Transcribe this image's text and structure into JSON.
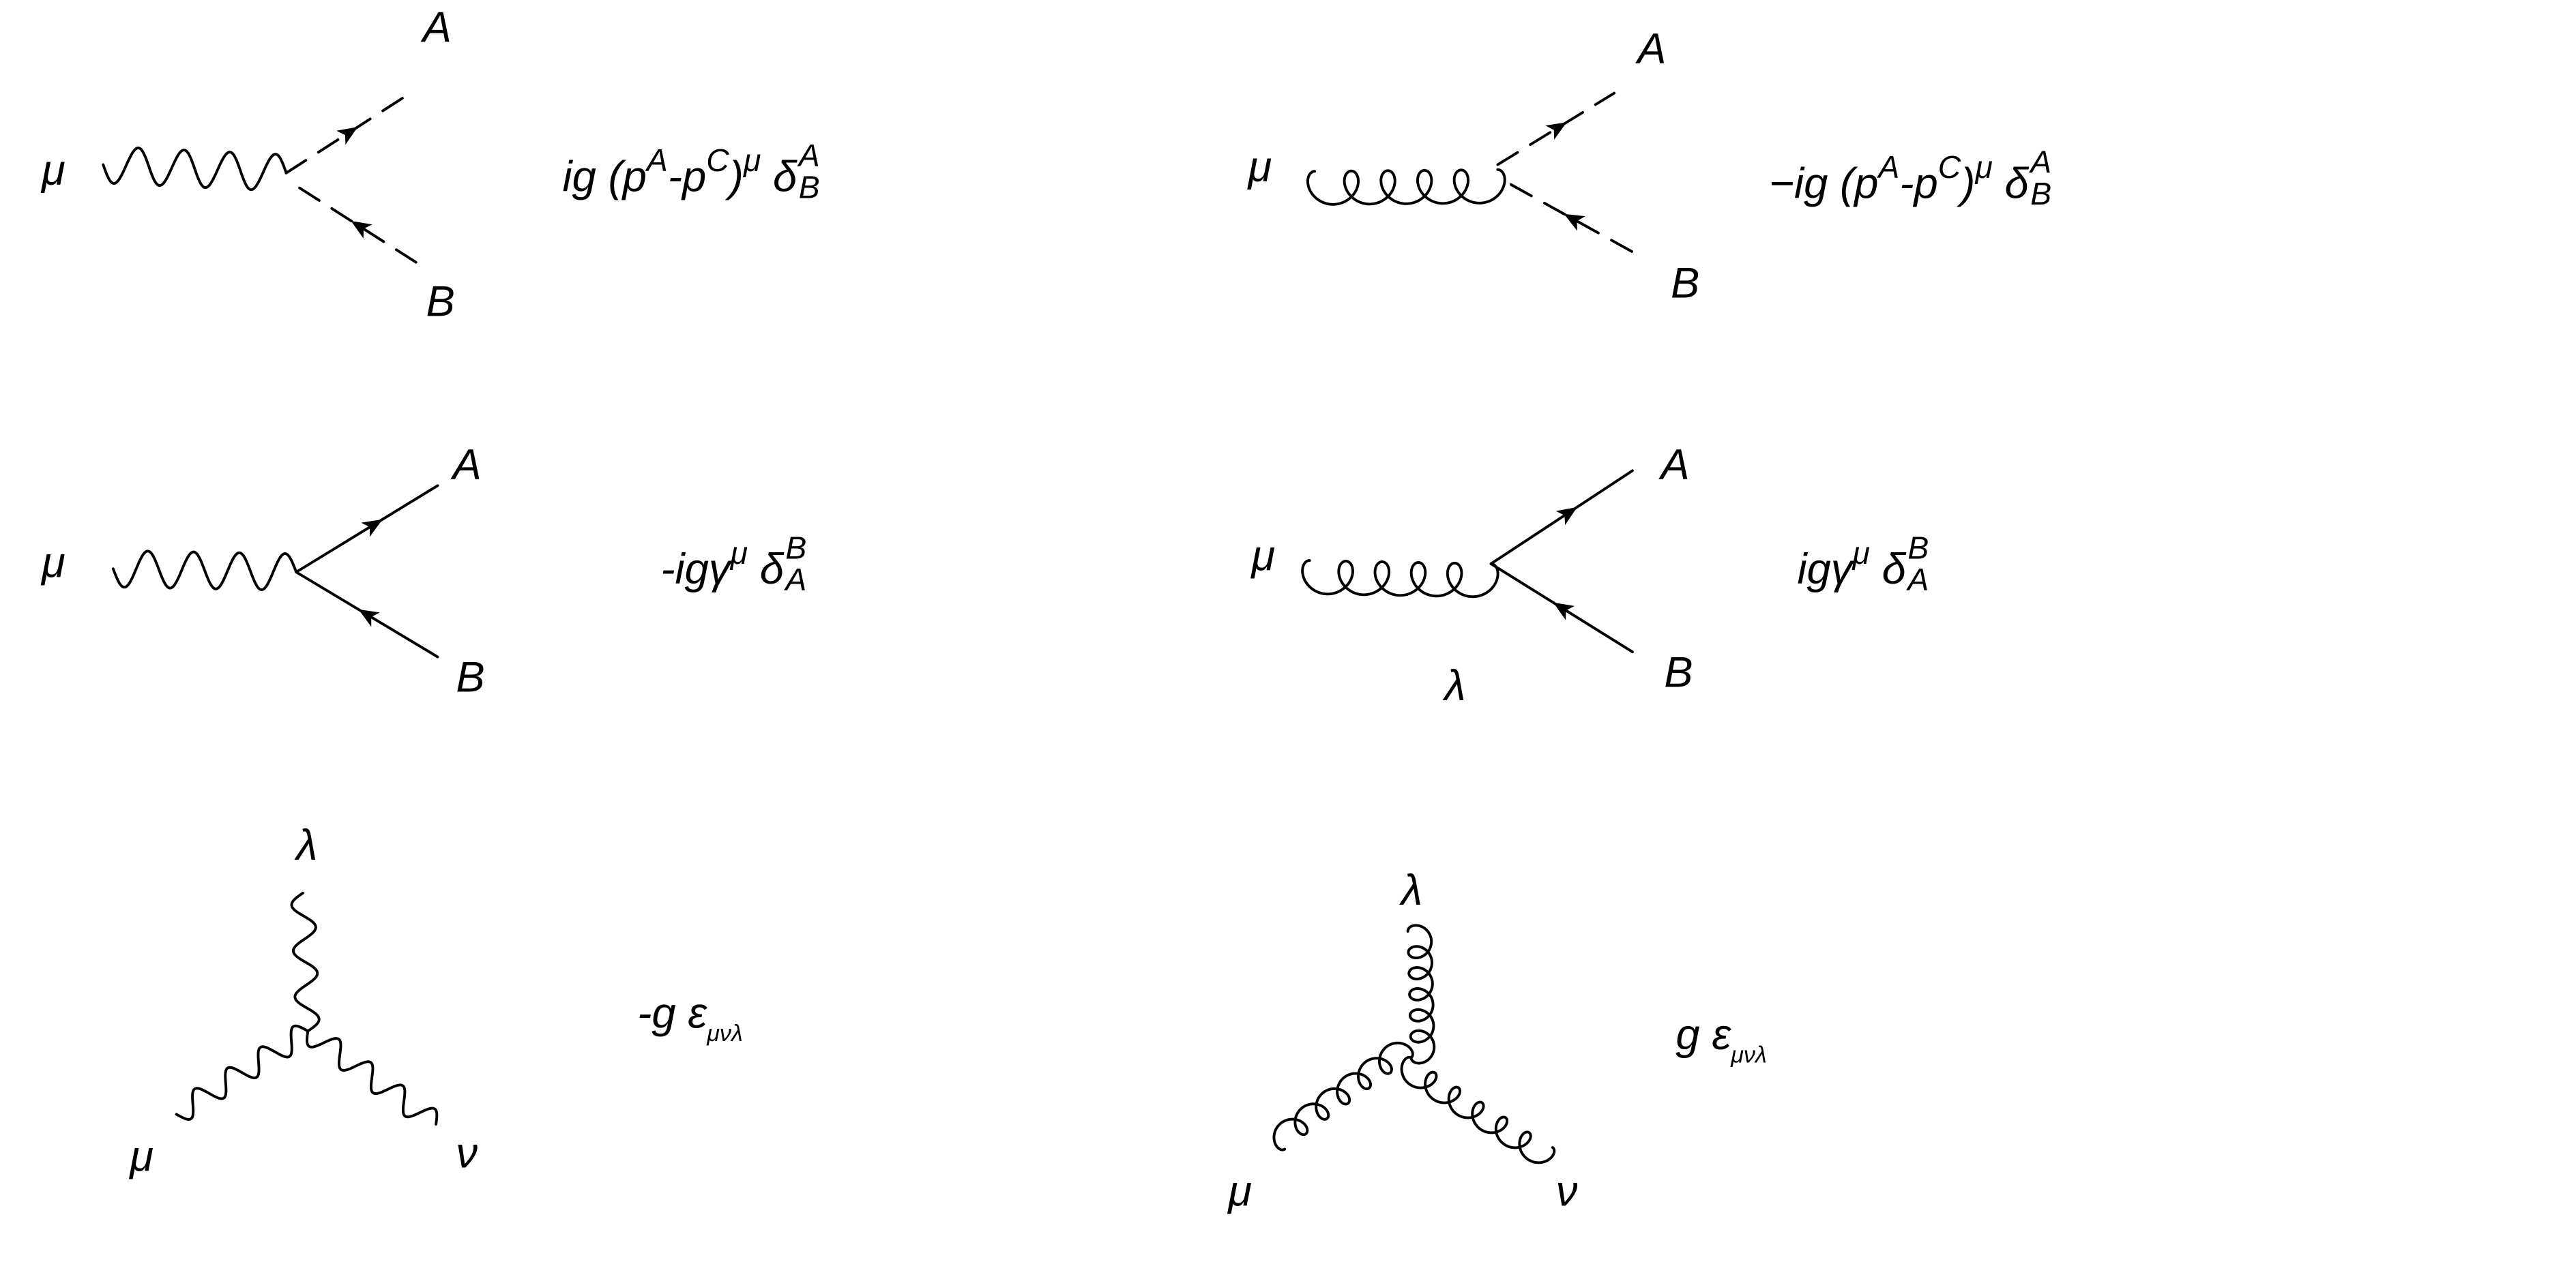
{
  "vertices": [
    {
      "id": "photon-scalar",
      "labels": {
        "incoming": "μ",
        "out_top": "A",
        "out_bottom": "B"
      },
      "rule": {
        "prefix": "ig",
        "expr": "(p",
        "pA": "A",
        "minus": "-p",
        "pC": "C",
        "close": ")",
        "mu": "μ",
        "delta": "δ",
        "up": "A",
        "down": "B"
      }
    },
    {
      "id": "gluon-scalar",
      "labels": {
        "incoming": "μ",
        "out_top": "A",
        "out_bottom": "B"
      },
      "rule": {
        "prefix": "−ig",
        "expr": "(p",
        "pA": "A",
        "minus": "-p",
        "pC": "C",
        "close": ")",
        "mu": "μ",
        "delta": "δ",
        "up": "A",
        "down": "B"
      }
    },
    {
      "id": "photon-fermion",
      "labels": {
        "incoming": "μ",
        "out_top": "A",
        "out_bottom": "B"
      },
      "rule": {
        "prefix": "-igγ",
        "mu": "μ",
        "delta": "δ",
        "up": "B",
        "down": "A"
      }
    },
    {
      "id": "gluon-fermion",
      "labels": {
        "incoming": "μ",
        "out_top": "A",
        "out_bottom": "B",
        "extra": "λ"
      },
      "rule": {
        "prefix": "igγ",
        "mu": "μ",
        "delta": "δ",
        "up": "B",
        "down": "A"
      }
    },
    {
      "id": "triple-photon",
      "labels": {
        "top": "λ",
        "left": "μ",
        "right": "ν"
      },
      "rule": {
        "prefix": "-g",
        "eps": "ε",
        "sub": "μνλ"
      }
    },
    {
      "id": "triple-gluon",
      "labels": {
        "top": "λ",
        "left": "μ",
        "right": "ν"
      },
      "rule": {
        "prefix": "g",
        "eps": "ε",
        "sub": "μνλ"
      }
    }
  ]
}
